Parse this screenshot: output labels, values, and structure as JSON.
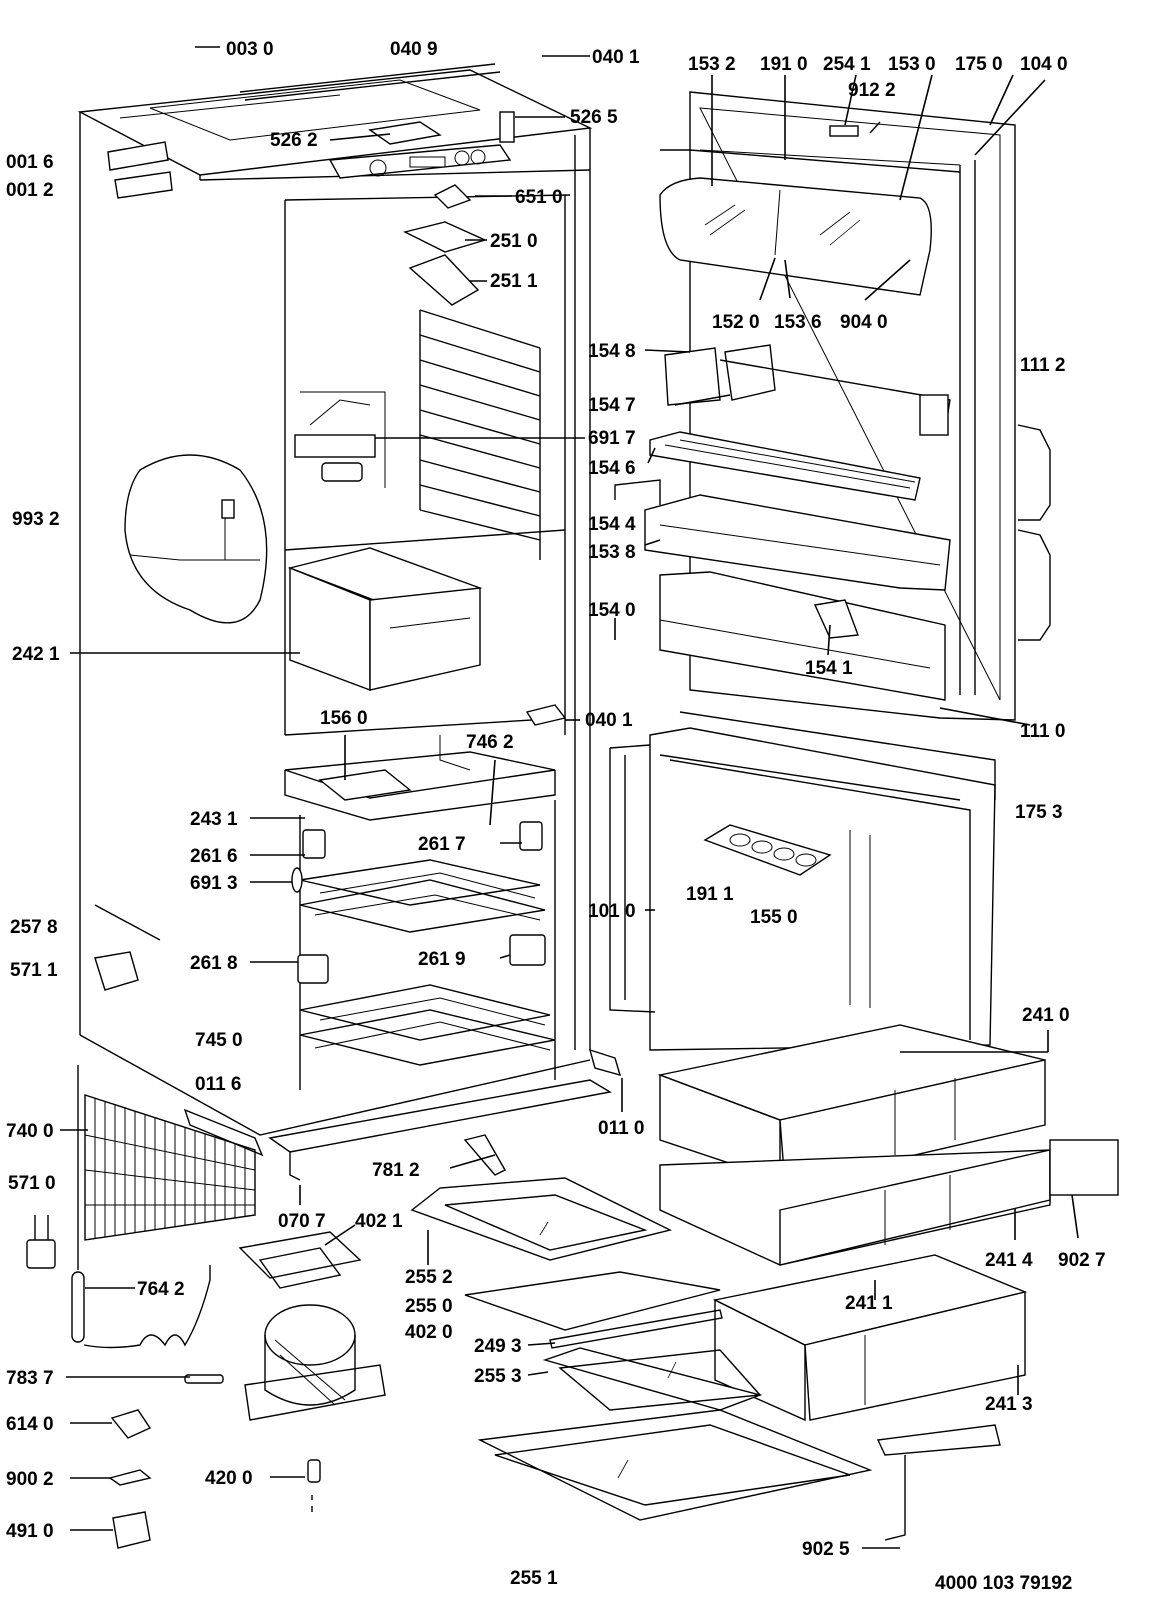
{
  "diagram": {
    "reference_number": "4000 103 79192",
    "labels": {
      "l0030": "003 0",
      "l0409": "040 9",
      "l0401a": "040 1",
      "l5265": "526 5",
      "l5262": "526 2",
      "l0016": "001 6",
      "l0012": "001 2",
      "l6510": "651 0",
      "l2510": "251 0",
      "l2511": "251 1",
      "l6917": "691 7",
      "l9932": "993 2",
      "l2421": "242 1",
      "l1532": "153 2",
      "l1910": "191 0",
      "l2541": "254 1",
      "l1530": "153 0",
      "l1750": "175 0",
      "l1040": "104 0",
      "l9122": "912 2",
      "l1520": "152 0",
      "l1536": "153 6",
      "l9040": "904 0",
      "l1548": "154 8",
      "l1112": "111 2",
      "l1547": "154 7",
      "l1546": "154 6",
      "l1544": "154 4",
      "l1538": "153 8",
      "l1540": "154 0",
      "l1541": "154 1",
      "l1110": "111 0",
      "l0401b": "040 1",
      "l1560": "156 0",
      "l7462": "746 2",
      "l2431": "243 1",
      "l2616": "261 6",
      "l2617": "261 7",
      "l6913": "691 3",
      "l1753": "175 3",
      "l1010": "101 0",
      "l1911": "191 1",
      "l1550": "155 0",
      "l2578": "257 8",
      "l5711": "571 1",
      "l2618": "261 8",
      "l2619": "261 9",
      "l7450": "745 0",
      "l0116": "011 6",
      "l2410": "241 0",
      "l7400": "740 0",
      "l0110": "011 0",
      "l7812": "781 2",
      "l5710": "571 0",
      "l0707": "070 7",
      "l4021a": "402 1",
      "l2552": "255 2",
      "l2414": "241 4",
      "l9027": "902 7",
      "l7642": "764 2",
      "l2550": "255 0",
      "l4020": "402 0",
      "l2411": "241 1",
      "l2493": "249 3",
      "l7837": "783 7",
      "l2553": "255 3",
      "l2413": "241 3",
      "l6140": "614 0",
      "l9002": "900 2",
      "l4200": "420 0",
      "l4910": "491 0",
      "l9025": "902 5",
      "l2551": "255 1"
    }
  }
}
